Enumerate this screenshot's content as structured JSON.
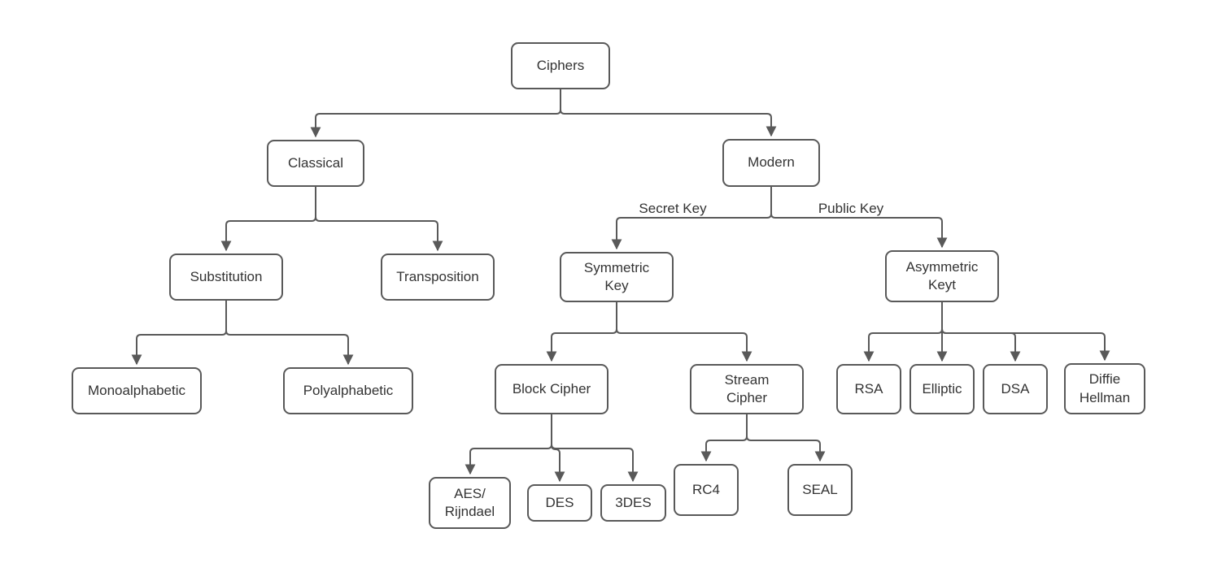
{
  "diagram": {
    "colors": {
      "line": "#595959",
      "border": "#595959",
      "text": "#333333",
      "background": "#ffffff"
    },
    "nodes": {
      "ciphers": {
        "label": "Ciphers"
      },
      "classical": {
        "label": "Classical"
      },
      "modern": {
        "label": "Modern"
      },
      "substitution": {
        "label": "Substitution"
      },
      "transposition": {
        "label": "Transposition"
      },
      "symmetric_key": {
        "label": "Symmetric\nKey"
      },
      "asymmetric_keyt": {
        "label": "Asymmetric\nKeyt"
      },
      "monoalphabetic": {
        "label": "Monoalphabetic"
      },
      "polyalphabetic": {
        "label": "Polyalphabetic"
      },
      "block_cipher": {
        "label": "Block Cipher"
      },
      "stream_cipher": {
        "label": "Stream\nCipher"
      },
      "rsa": {
        "label": "RSA"
      },
      "elliptic": {
        "label": "Elliptic"
      },
      "dsa": {
        "label": "DSA"
      },
      "diffie_hellman": {
        "label": "Diffie\nHellman"
      },
      "aes_rijndael": {
        "label": "AES/\nRijndael"
      },
      "des": {
        "label": "DES"
      },
      "tdes": {
        "label": "3DES"
      },
      "rc4": {
        "label": "RC4"
      },
      "seal": {
        "label": "SEAL"
      }
    },
    "edge_labels": {
      "secret_key": "Secret Key",
      "public_key": "Public Key"
    },
    "edges": [
      {
        "from": "Ciphers",
        "to": "Classical"
      },
      {
        "from": "Ciphers",
        "to": "Modern"
      },
      {
        "from": "Classical",
        "to": "Substitution"
      },
      {
        "from": "Classical",
        "to": "Transposition"
      },
      {
        "from": "Substitution",
        "to": "Monoalphabetic"
      },
      {
        "from": "Substitution",
        "to": "Polyalphabetic"
      },
      {
        "from": "Modern",
        "to": "Symmetric Key",
        "label": "Secret Key"
      },
      {
        "from": "Modern",
        "to": "Asymmetric Keyt",
        "label": "Public Key"
      },
      {
        "from": "Symmetric Key",
        "to": "Block Cipher"
      },
      {
        "from": "Symmetric Key",
        "to": "Stream Cipher"
      },
      {
        "from": "Asymmetric Keyt",
        "to": "RSA"
      },
      {
        "from": "Asymmetric Keyt",
        "to": "Elliptic"
      },
      {
        "from": "Asymmetric Keyt",
        "to": "DSA"
      },
      {
        "from": "Asymmetric Keyt",
        "to": "Diffie Hellman"
      },
      {
        "from": "Block Cipher",
        "to": "AES/Rijndael"
      },
      {
        "from": "Block Cipher",
        "to": "DES"
      },
      {
        "from": "Block Cipher",
        "to": "3DES"
      },
      {
        "from": "Stream Cipher",
        "to": "RC4"
      },
      {
        "from": "Stream Cipher",
        "to": "SEAL"
      }
    ]
  }
}
